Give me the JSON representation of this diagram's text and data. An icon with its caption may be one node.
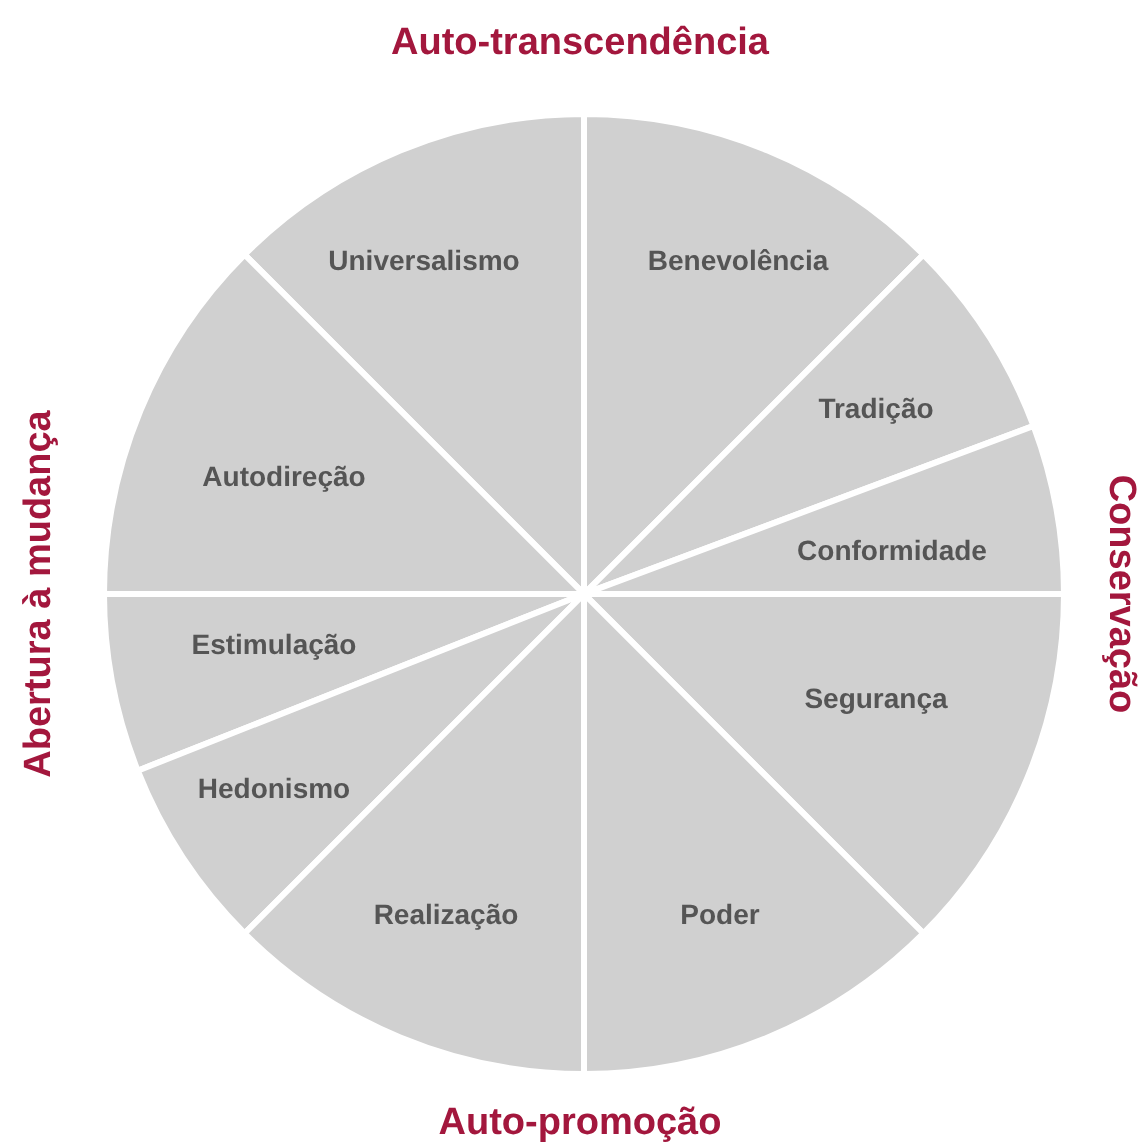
{
  "diagram": {
    "nodes": [
      {
        "text": [
          "Universalismo"
        ]
      },
      {
        "text": [
          "Benevolência"
        ]
      },
      {
        "text": [
          "Autodireção"
        ]
      },
      {
        "text": [
          "Tradição"
        ]
      },
      {
        "text": [
          "Conformidade"
        ]
      },
      {
        "text": [
          "Estimulação"
        ]
      },
      {
        "text": [
          "Segurança"
        ]
      },
      {
        "text": [
          "Hedonismo"
        ]
      },
      {
        "text": [
          "Realização"
        ]
      },
      {
        "text": [
          "Poder"
        ]
      }
    ],
    "edges": [],
    "labels": [
      "Auto-transcendência",
      "Abertura à mudança",
      "Conservação",
      "Auto-promoção"
    ]
  }
}
